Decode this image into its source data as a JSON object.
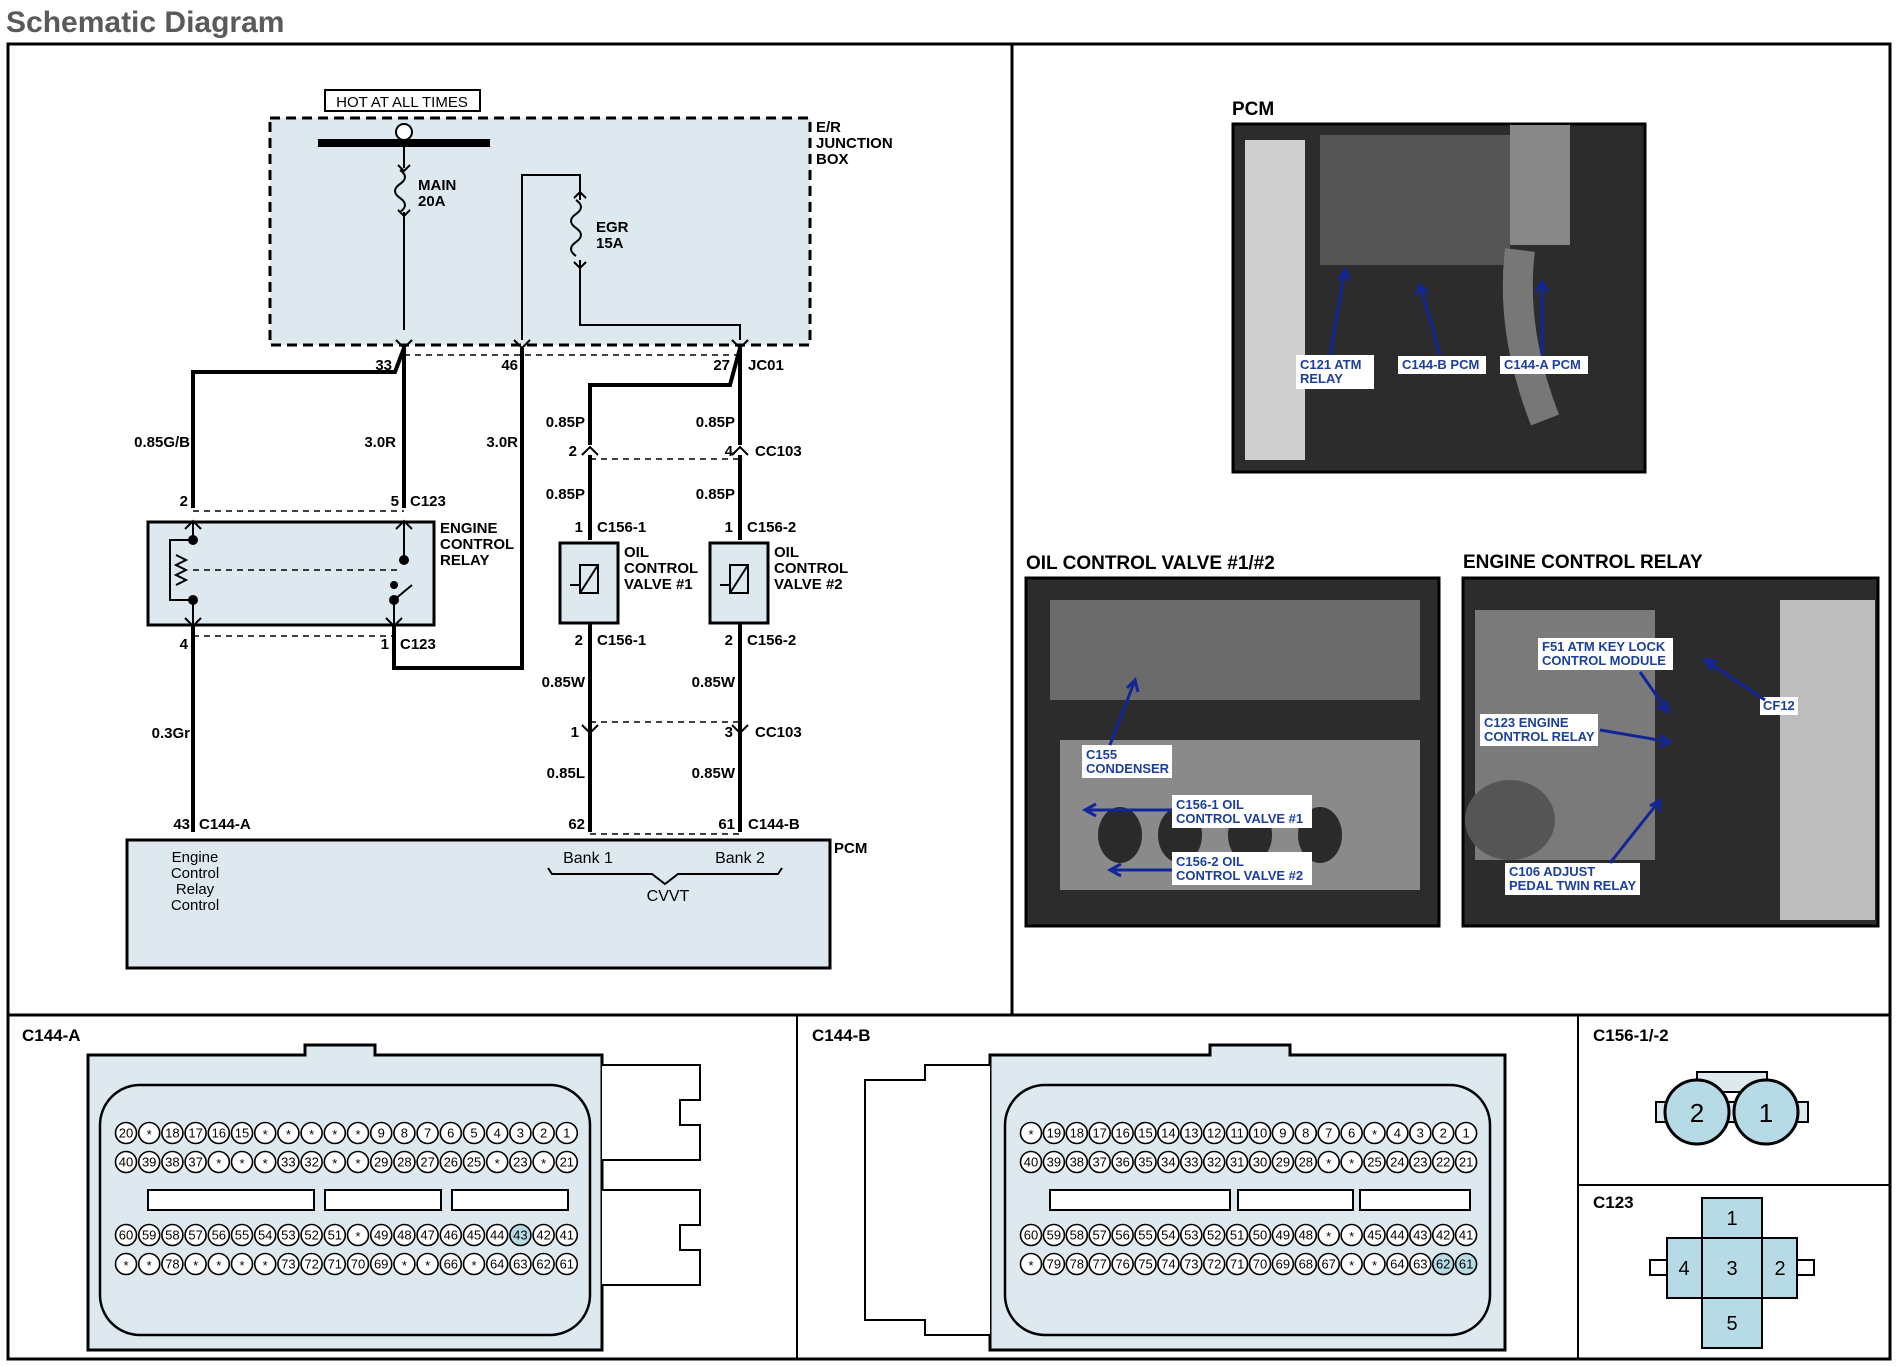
{
  "page_title": "Schematic Diagram",
  "schematic": {
    "hot_label": "HOT AT ALL TIMES",
    "junction_box": [
      "E/R",
      "JUNCTION",
      "BOX"
    ],
    "fuse_main": [
      "MAIN",
      "20A"
    ],
    "fuse_egr": [
      "EGR",
      "15A"
    ],
    "pin_33": "33",
    "pin_46": "46",
    "pin_27": "27",
    "jc01": "JC01",
    "wire_085gb": "0.85G/B",
    "wire_30r_a": "3.0R",
    "wire_30r_b": "3.0R",
    "wire_085p_1": "0.85P",
    "wire_085p_2": "0.85P",
    "wire_085p_3": "0.85P",
    "wire_085p_4": "0.85P",
    "cc103_pin2": "2",
    "cc103_pin4": "4",
    "cc103": "CC103",
    "relay_pin2": "2",
    "relay_pin5": "5",
    "relay_pin4": "4",
    "relay_pin1": "1",
    "c123_top": "C123",
    "c123_bottom": "C123",
    "relay_name": [
      "ENGINE",
      "CONTROL",
      "RELAY"
    ],
    "ocv1_pin1": "1",
    "ocv1_pin2": "2",
    "ocv2_pin1": "1",
    "ocv2_pin2": "2",
    "c156_1_top": "C156-1",
    "c156_1_bottom": "C156-1",
    "c156_2_top": "C156-2",
    "c156_2_bottom": "C156-2",
    "ocv1_name": [
      "OIL",
      "CONTROL",
      "VALVE #1"
    ],
    "ocv2_name": [
      "OIL",
      "CONTROL",
      "VALVE #2"
    ],
    "wire_085w_1": "0.85W",
    "wire_085w_2": "0.85W",
    "wire_03gr": "0.3Gr",
    "cc103b_pin1": "1",
    "cc103b_pin3": "3",
    "cc103b": "CC103",
    "wire_085l": "0.85L",
    "wire_085w_3": "0.85W",
    "pcm_pin43": "43",
    "c144a": "C144-A",
    "pcm_pin62": "62",
    "pcm_pin61": "61",
    "c144b": "C144-B",
    "pcm_label": "PCM",
    "pcm_func": [
      "Engine",
      "Control",
      "Relay",
      "Control"
    ],
    "bank1": "Bank 1",
    "bank2": "Bank 2",
    "cvvt": "CVVT"
  },
  "photos": {
    "pcm": {
      "title": "PCM",
      "labels": [
        "C121 ATM\nRELAY",
        "C144-B PCM",
        "C144-A PCM"
      ]
    },
    "ocv": {
      "title": "OIL CONTROL VALVE #1/#2",
      "labels": [
        "C155\nCONDENSER",
        "C156-1 OIL\nCONTROL VALVE #1",
        "C156-2  OIL\nCONTROL VALVE #2"
      ]
    },
    "ecr": {
      "title": "ENGINE CONTROL RELAY",
      "labels": [
        "F51 ATM KEY LOCK\nCONTROL MODULE",
        "C123 ENGINE\nCONTROL RELAY",
        "CF12",
        "C106 ADJUST\nPEDAL TWIN RELAY"
      ]
    }
  },
  "connectors": {
    "c144a": {
      "title": "C144-A",
      "row1": [
        "20",
        "*",
        "18",
        "17",
        "16",
        "15",
        "*",
        "*",
        "*",
        "*",
        "*",
        "9",
        "8",
        "7",
        "6",
        "5",
        "4",
        "3",
        "2",
        "1"
      ],
      "row2": [
        "40",
        "39",
        "38",
        "37",
        "*",
        "*",
        "*",
        "33",
        "32",
        "*",
        "*",
        "29",
        "28",
        "27",
        "26",
        "25",
        "*",
        "23",
        "*",
        "21"
      ],
      "row3": [
        "60",
        "59",
        "58",
        "57",
        "56",
        "55",
        "54",
        "53",
        "52",
        "51",
        "*",
        "49",
        "48",
        "47",
        "46",
        "45",
        "44",
        "43",
        "42",
        "41"
      ],
      "row4": [
        "*",
        "*",
        "78",
        "*",
        "*",
        "*",
        "*",
        "73",
        "72",
        "71",
        "70",
        "69",
        "*",
        "*",
        "66",
        "*",
        "64",
        "63",
        "62",
        "61"
      ],
      "highlight": [
        "43"
      ]
    },
    "c144b": {
      "title": "C144-B",
      "row1": [
        "*",
        "19",
        "18",
        "17",
        "16",
        "15",
        "14",
        "13",
        "12",
        "11",
        "10",
        "9",
        "8",
        "7",
        "6",
        "*",
        "4",
        "3",
        "2",
        "1"
      ],
      "row2": [
        "40",
        "39",
        "38",
        "37",
        "36",
        "35",
        "34",
        "33",
        "32",
        "31",
        "30",
        "29",
        "28",
        "*",
        "*",
        "25",
        "24",
        "23",
        "22",
        "21"
      ],
      "row3": [
        "60",
        "59",
        "58",
        "57",
        "56",
        "55",
        "54",
        "53",
        "52",
        "51",
        "50",
        "49",
        "48",
        "*",
        "*",
        "45",
        "44",
        "43",
        "42",
        "41"
      ],
      "row4": [
        "*",
        "79",
        "78",
        "77",
        "76",
        "75",
        "74",
        "73",
        "72",
        "71",
        "70",
        "69",
        "68",
        "67",
        "*",
        "*",
        "64",
        "63",
        "62",
        "61"
      ],
      "highlight": [
        "62",
        "61"
      ]
    },
    "c156": {
      "title": "C156-1/-2",
      "pins": [
        "2",
        "1"
      ]
    },
    "c123": {
      "title": "C123",
      "pins": [
        "1",
        "4",
        "3",
        "2",
        "5"
      ]
    }
  },
  "colors": {
    "fill": "#dde9ee",
    "pin_highlight": "#b7dbe6",
    "label_blue": "#1d3f9c"
  }
}
